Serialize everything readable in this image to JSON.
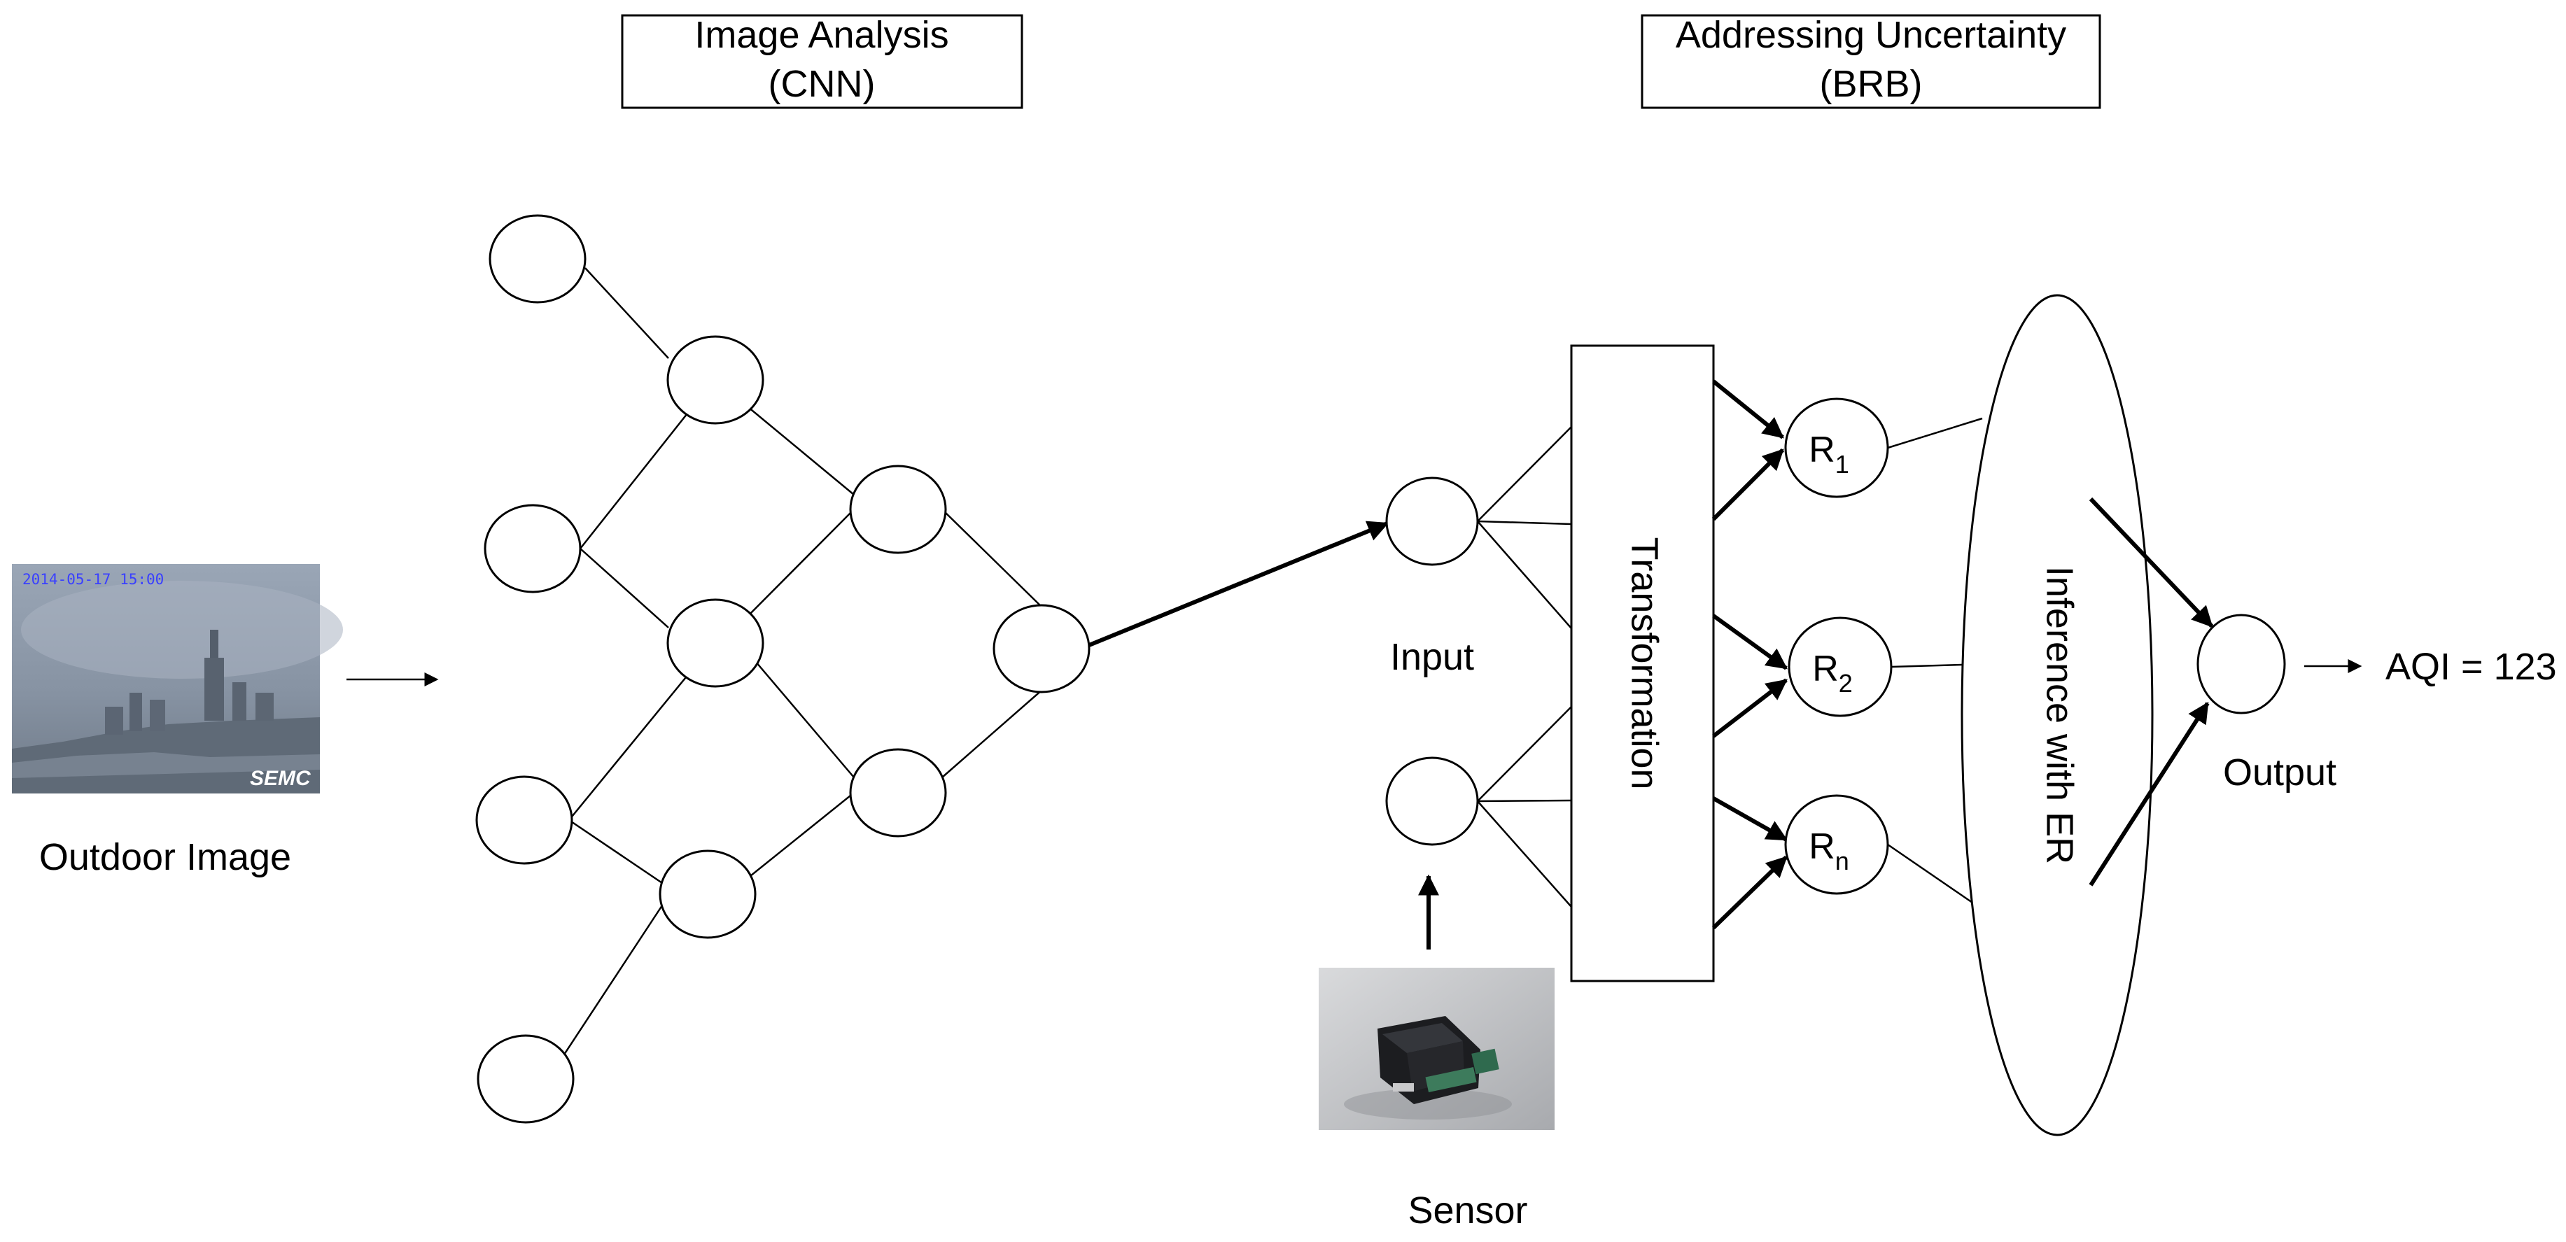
{
  "header": {
    "cnn_title_line1": "Image Analysis",
    "cnn_title_line2": "(CNN)",
    "brb_title_line1": "Addressing Uncertainty",
    "brb_title_line2": "(BRB)"
  },
  "camera_image": {
    "timestamp": "2014-05-17 15:00",
    "watermark": "SEMC"
  },
  "labels": {
    "outdoor_image": "Outdoor Image",
    "input": "Input",
    "sensor": "Sensor",
    "output": "Output",
    "transformation": "Transformation",
    "inference": "Inference with ER",
    "aqi": "AQI = 123"
  },
  "rules": [
    {
      "base": "R",
      "sub": "1"
    },
    {
      "base": "R",
      "sub": "2"
    },
    {
      "base": "R",
      "sub": "n"
    }
  ]
}
